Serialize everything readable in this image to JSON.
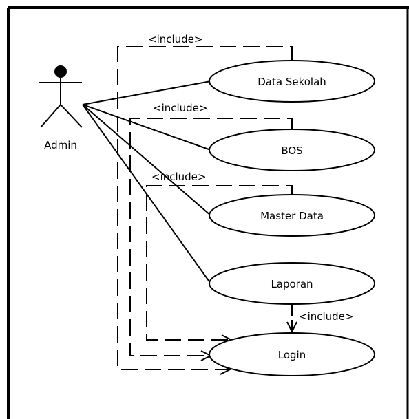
{
  "diagram": {
    "type": "uml-use-case",
    "actor": {
      "label": "Admin",
      "icon": "stick-figure-icon"
    },
    "use_cases": [
      {
        "id": "data-sekolah",
        "label": "Data Sekolah"
      },
      {
        "id": "bos",
        "label": "BOS"
      },
      {
        "id": "master-data",
        "label": "Master Data"
      },
      {
        "id": "laporan",
        "label": "Laporan"
      },
      {
        "id": "login",
        "label": "Login"
      }
    ],
    "associations": [
      {
        "from": "Admin",
        "to": "Data Sekolah"
      },
      {
        "from": "Admin",
        "to": "BOS"
      },
      {
        "from": "Admin",
        "to": "Master Data"
      },
      {
        "from": "Admin",
        "to": "Laporan"
      }
    ],
    "includes": [
      {
        "from": "Data Sekolah",
        "to": "Login",
        "label": "<include>"
      },
      {
        "from": "BOS",
        "to": "Login",
        "label": "<include>"
      },
      {
        "from": "Master Data",
        "to": "Login",
        "label": "<include>"
      },
      {
        "from": "Laporan",
        "to": "Login",
        "label": "<include>"
      }
    ],
    "colors": {
      "stroke": "#000000",
      "background": "#ffffff",
      "frame": "#000000"
    }
  }
}
